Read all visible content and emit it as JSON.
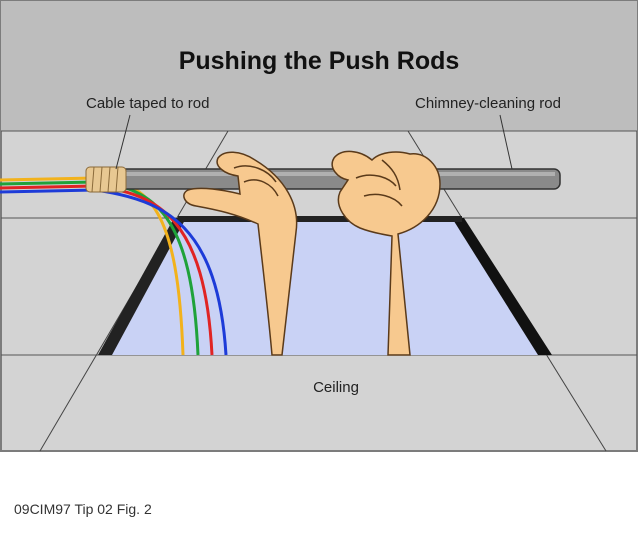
{
  "diagram": {
    "title": "Pushing the Push Rods",
    "labels": {
      "cable": "Cable taped to rod",
      "rod": "Chimney-cleaning rod",
      "ceiling": "Ceiling"
    },
    "caption": "09CIM97 Tip 02 Fig. 2",
    "cable_wire_colors": [
      "#f2b21c",
      "#1fa23a",
      "#e02424",
      "#1d3bd8"
    ],
    "colors": {
      "wall": "#d3d3d3",
      "wall_frame": "#9e9e9e",
      "opening_sky": "#c9d2f5",
      "opening_edge": "#111111",
      "skin": "#f7c98f",
      "rod": "#8a8a8a",
      "tape": "#e8c892"
    }
  }
}
